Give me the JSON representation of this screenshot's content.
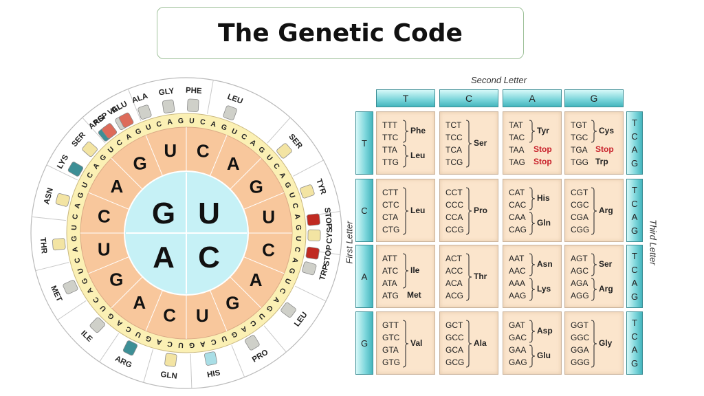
{
  "title": "The Genetic Code",
  "wheel": {
    "center": {
      "bases": [
        "G",
        "U",
        "A",
        "C"
      ],
      "color": "#c6f1f6"
    },
    "second": [
      "A",
      "G",
      "U",
      "C",
      "A",
      "G",
      "U",
      "C",
      "A",
      "G",
      "U",
      "C",
      "A",
      "G",
      "U",
      "C"
    ],
    "third": "UCAG",
    "amino": [
      {
        "label": "PHE",
        "color": "#cfd0c9"
      },
      {
        "label": "LEU",
        "color": "#cfd0c9"
      },
      {
        "label": "SER",
        "color": "#f3e4a3"
      },
      {
        "label": "TYR",
        "color": "#f3e4a3"
      },
      {
        "label": "STOP",
        "color": "#c02a22"
      },
      {
        "label": "CYS",
        "color": "#f3e4a3"
      },
      {
        "label": "STOP",
        "color": "#c02a22"
      },
      {
        "label": "TRP",
        "color": "#cfd0c9"
      },
      {
        "label": "LEU",
        "color": "#cfd0c9"
      },
      {
        "label": "PRO",
        "color": "#cfd0c9"
      },
      {
        "label": "HIS",
        "color": "#a9dee6"
      },
      {
        "label": "GLN",
        "color": "#f3e4a3"
      },
      {
        "label": "ARG",
        "color": "#3d8f96"
      },
      {
        "label": "ILE",
        "color": "#cfd0c9"
      },
      {
        "label": "MET",
        "color": "#cfd0c9"
      },
      {
        "label": "THR",
        "color": "#f3e4a3"
      },
      {
        "label": "ASN",
        "color": "#f3e4a3"
      },
      {
        "label": "LYS",
        "color": "#3d8f96"
      },
      {
        "label": "SER",
        "color": "#f3e4a3"
      },
      {
        "label": "ARG",
        "color": "#3d8f96"
      },
      {
        "label": "VAL",
        "color": "#cfd0c9"
      },
      {
        "label": "ALA",
        "color": "#cfd0c9"
      },
      {
        "label": "ASP",
        "color": "#dd6b5a"
      },
      {
        "label": "GLU",
        "color": "#dd6b5a"
      },
      {
        "label": "GLY",
        "color": "#cfd0c9"
      }
    ]
  },
  "table": {
    "second_letter_label": "Second Letter",
    "first_letter_label": "First Letter",
    "third_letter_label": "Third Letter",
    "columns": [
      "T",
      "C",
      "A",
      "G"
    ],
    "rows": [
      "T",
      "C",
      "A",
      "G"
    ],
    "third_letters": [
      "T",
      "C",
      "A",
      "G"
    ],
    "cells": [
      [
        {
          "codons": [
            "TTT",
            "TTC",
            "TTA",
            "TTG"
          ],
          "groups": [
            {
              "span": [
                0,
                1
              ],
              "aa": "Phe"
            },
            {
              "span": [
                2,
                3
              ],
              "aa": "Leu"
            }
          ]
        },
        {
          "codons": [
            "TCT",
            "TCC",
            "TCA",
            "TCG"
          ],
          "groups": [
            {
              "span": [
                0,
                3
              ],
              "aa": "Ser"
            }
          ]
        },
        {
          "codons": [
            "TAT",
            "TAC",
            "TAA",
            "TAG"
          ],
          "groups": [
            {
              "span": [
                0,
                1
              ],
              "aa": "Tyr"
            },
            {
              "span": [
                2,
                2
              ],
              "aa": "Stop",
              "stop": true
            },
            {
              "span": [
                3,
                3
              ],
              "aa": "Stop",
              "stop": true
            }
          ]
        },
        {
          "codons": [
            "TGT",
            "TGC",
            "TGA",
            "TGG"
          ],
          "groups": [
            {
              "span": [
                0,
                1
              ],
              "aa": "Cys"
            },
            {
              "span": [
                2,
                2
              ],
              "aa": "Stop",
              "stop": true
            },
            {
              "span": [
                3,
                3
              ],
              "aa": "Trp"
            }
          ]
        }
      ],
      [
        {
          "codons": [
            "CTT",
            "CTC",
            "CTA",
            "CTG"
          ],
          "groups": [
            {
              "span": [
                0,
                3
              ],
              "aa": "Leu"
            }
          ]
        },
        {
          "codons": [
            "CCT",
            "CCC",
            "CCA",
            "CCG"
          ],
          "groups": [
            {
              "span": [
                0,
                3
              ],
              "aa": "Pro"
            }
          ]
        },
        {
          "codons": [
            "CAT",
            "CAC",
            "CAA",
            "CAG"
          ],
          "groups": [
            {
              "span": [
                0,
                1
              ],
              "aa": "His"
            },
            {
              "span": [
                2,
                3
              ],
              "aa": "Gln"
            }
          ]
        },
        {
          "codons": [
            "CGT",
            "CGC",
            "CGA",
            "CGG"
          ],
          "groups": [
            {
              "span": [
                0,
                3
              ],
              "aa": "Arg"
            }
          ]
        }
      ],
      [
        {
          "codons": [
            "ATT",
            "ATC",
            "ATA",
            "ATG"
          ],
          "groups": [
            {
              "span": [
                0,
                2
              ],
              "aa": "Ile"
            },
            {
              "span": [
                3,
                3
              ],
              "aa": "Met"
            }
          ]
        },
        {
          "codons": [
            "ACT",
            "ACC",
            "ACA",
            "ACG"
          ],
          "groups": [
            {
              "span": [
                0,
                3
              ],
              "aa": "Thr"
            }
          ]
        },
        {
          "codons": [
            "AAT",
            "AAC",
            "AAA",
            "AAG"
          ],
          "groups": [
            {
              "span": [
                0,
                1
              ],
              "aa": "Asn"
            },
            {
              "span": [
                2,
                3
              ],
              "aa": "Lys"
            }
          ]
        },
        {
          "codons": [
            "AGT",
            "AGC",
            "AGA",
            "AGG"
          ],
          "groups": [
            {
              "span": [
                0,
                1
              ],
              "aa": "Ser"
            },
            {
              "span": [
                2,
                3
              ],
              "aa": "Arg"
            }
          ]
        }
      ],
      [
        {
          "codons": [
            "GTT",
            "GTC",
            "GTA",
            "GTG"
          ],
          "groups": [
            {
              "span": [
                0,
                3
              ],
              "aa": "Val"
            }
          ]
        },
        {
          "codons": [
            "GCT",
            "GCC",
            "GCA",
            "GCG"
          ],
          "groups": [
            {
              "span": [
                0,
                3
              ],
              "aa": "Ala"
            }
          ]
        },
        {
          "codons": [
            "GAT",
            "GAC",
            "GAA",
            "GAG"
          ],
          "groups": [
            {
              "span": [
                0,
                1
              ],
              "aa": "Asp"
            },
            {
              "span": [
                2,
                3
              ],
              "aa": "Glu"
            }
          ]
        },
        {
          "codons": [
            "GGT",
            "GGC",
            "GGA",
            "GGG"
          ],
          "groups": [
            {
              "span": [
                0,
                3
              ],
              "aa": "Gly"
            }
          ]
        }
      ]
    ]
  }
}
